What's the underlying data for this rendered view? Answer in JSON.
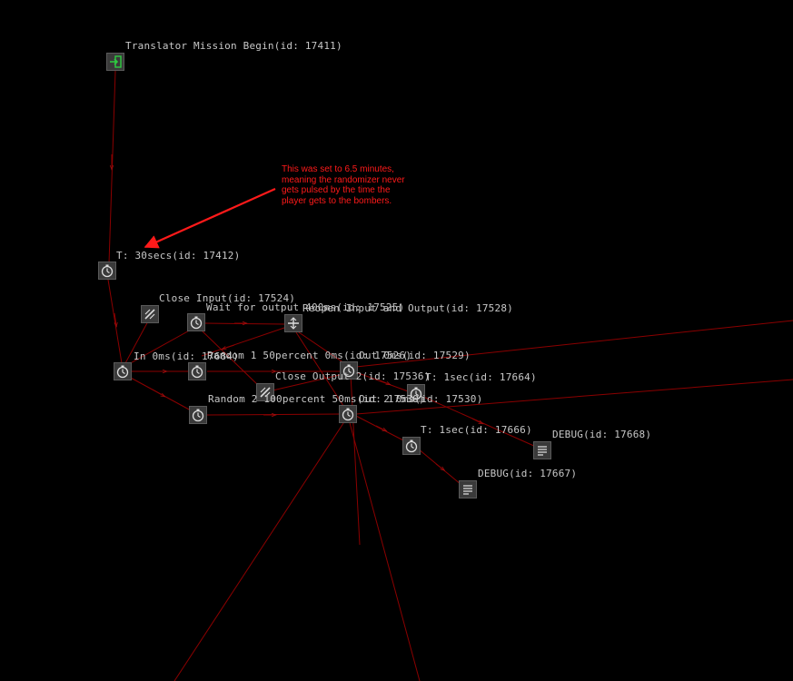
{
  "nodes": {
    "begin": {
      "label": "Translator Mission Begin(id: 17411)",
      "icon": "enter-icon"
    },
    "t30": {
      "label": "T: 30secs(id: 17412)",
      "icon": "timer-icon"
    },
    "in0": {
      "label": "In 0ms(id: 17684)",
      "icon": "timer-icon"
    },
    "close_input": {
      "label": "Close Input(id: 17524)",
      "icon": "gate-icon"
    },
    "wait_output": {
      "label": "Wait for output 400ms(id: 17525)",
      "icon": "timer-icon"
    },
    "reopen": {
      "label": "Reopen Input and Output(id: 17528)",
      "icon": "gate-open-icon"
    },
    "random1": {
      "label": "Random 1 50percent 0ms(id: 17526)",
      "icon": "timer-icon"
    },
    "out0": {
      "label": "Out 0ms(id: 17529)",
      "icon": "timer-icon"
    },
    "close_output": {
      "label": "Close Output 2(id: 17536)",
      "icon": "gate-icon"
    },
    "t1sec_a": {
      "label": "T: 1sec(id: 17664)",
      "icon": "timer-icon"
    },
    "random2": {
      "label": "Random 2 100percent 50ms(id: 17530)",
      "icon": "timer-icon"
    },
    "out2": {
      "label": "Out 2 0ms(id: 17530)",
      "icon": "timer-icon"
    },
    "t1sec_b": {
      "label": "T: 1sec(id: 17666)",
      "icon": "timer-icon"
    },
    "debug1": {
      "label": "DEBUG(id: 17668)",
      "icon": "log-icon"
    },
    "debug2": {
      "label": "DEBUG(id: 17667)",
      "icon": "log-icon"
    }
  },
  "annotation": {
    "lines": [
      "This was set to 6.5 minutes,",
      "meaning the randomizer never",
      "gets pulsed by the time the",
      "player gets to the bombers."
    ]
  },
  "colors": {
    "background": "#000000",
    "connection": "#8b0000",
    "annotation": "#ff1a1a",
    "label": "#c8c8c8",
    "node": "#3a3a3a"
  }
}
